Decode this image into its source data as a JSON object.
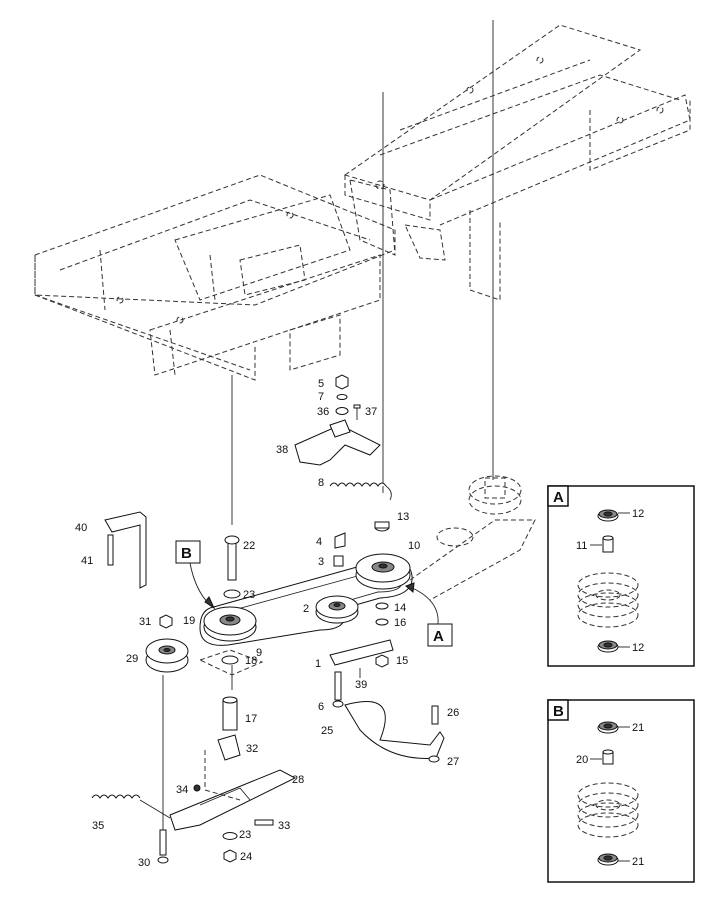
{
  "callouts": {
    "c1": "1",
    "c2": "2",
    "c3": "3",
    "c4": "4",
    "c5": "5",
    "c6": "6",
    "c7": "7",
    "c8": "8",
    "c9": "9",
    "c10": "10",
    "c11": "11",
    "c12": "12",
    "c13": "13",
    "c14": "14",
    "c15": "15",
    "c16": "16",
    "c17": "17",
    "c18": "18",
    "c19": "19",
    "c20": "20",
    "c21": "21",
    "c22": "22",
    "c23": "23",
    "c24": "24",
    "c25": "25",
    "c26": "26",
    "c27": "27",
    "c28": "28",
    "c29": "29",
    "c30": "30",
    "c31": "31",
    "c32": "32",
    "c33": "33",
    "c34": "34",
    "c35": "35",
    "c36": "36",
    "c37": "37",
    "c38": "38",
    "c39": "39",
    "c40": "40",
    "c41": "41"
  },
  "view_markers": {
    "a": "A",
    "b": "B"
  },
  "insets": {
    "a": {
      "title": "A",
      "labels": {
        "top": "12",
        "spacer": "11",
        "bottom": "12"
      }
    },
    "b": {
      "title": "B",
      "labels": {
        "top": "21",
        "spacer": "20",
        "bottom": "21"
      }
    }
  }
}
